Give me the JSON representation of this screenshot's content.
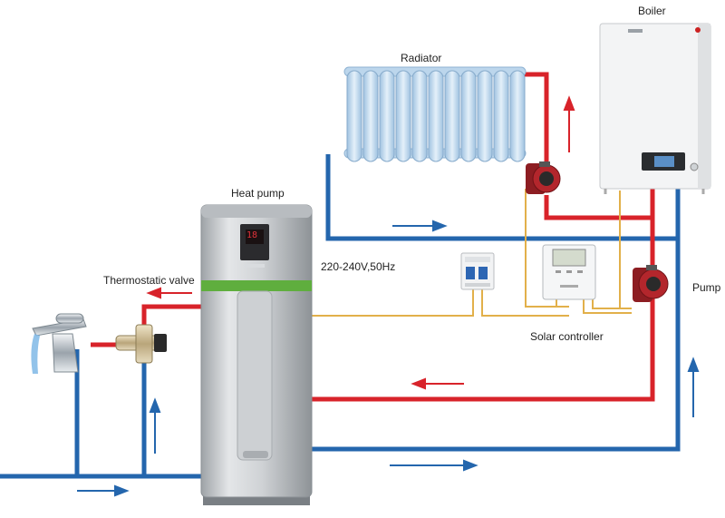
{
  "labels": {
    "boiler": "Boiler",
    "radiator": "Radiator",
    "heat_pump": "Heat pump",
    "thermostatic_valve": "Thermostatic valve",
    "power_supply": "220-240V,50Hz",
    "solar_controller": "Solar controller",
    "pump": "Pump"
  },
  "heat_pump_display": "18",
  "colors": {
    "hot_pipe": "#d8232a",
    "cold_pipe": "#2466ad",
    "cable": "#e2b04a",
    "heat_pump_band": "#5fae3e",
    "radiator_fin": "#bfd9ee",
    "pump_body": "#b3262c"
  }
}
